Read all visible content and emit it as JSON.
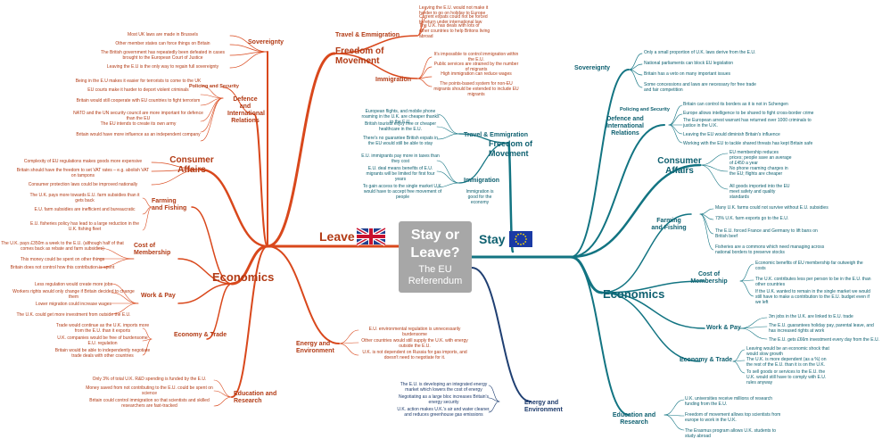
{
  "center": {
    "title": "Stay or Leave?",
    "subtitle": "The EU Referendum"
  },
  "leave": {
    "label": "Leave",
    "travel": {
      "label": "Travel & Emmigration",
      "leaves": [
        "Leaving the E.U. would not make it harder to go on holiday to Europe",
        "Current expats could not be forced to return under international law",
        "The U.K. has deals with lots of other countries to help Britons living abroad"
      ]
    },
    "fom": {
      "label": "Freedom of Movement"
    },
    "immigration": {
      "label": "Immigration",
      "leaves": [
        "It's impossible to control immigration within the E.U.",
        "Public services are strained by the number of migrants",
        "High immigration can reduce wages",
        "The points-based system for non-EU migrants should be extended to include EU migrants"
      ]
    },
    "sovereignty": {
      "label": "Sovereignty",
      "leaves": [
        "Most UK laws are made in Brussels",
        "Other member states can force things on Britain",
        "The British government has repeatedly been defeated in cases brought to the European Court of Justice",
        "Leaving the E.U is the only way to regain full sovereignty"
      ]
    },
    "defence": {
      "label": "Defence and International Relations",
      "police": "Policing and Security",
      "leaves": [
        "Being in the E.U makes it easier for terrorists to come to the UK",
        "EU courts make it harder to deport violent criminals",
        "Britain would still cooperate with EU countries to fight terrorism",
        "NATO and the UN security council are more important for defence than the EU",
        "The EU intends to create its own army",
        "Britain would have more influence as an independent company"
      ]
    },
    "consumer": {
      "label": "Consumer Affairs",
      "leaves": [
        "Complexity of EU regulations makes goods more expensive",
        "Britain should have the freedom to set VAT rates – e.g. abolish VAT on tampons",
        "Consumer protection laws could be improved nationally"
      ]
    },
    "economics": {
      "label": "Economics",
      "farming": {
        "label": "Farming and Fishing",
        "leaves": [
          "The U.K. pays more towards E.U. farm subsidies than it gets back",
          "E.U. farm subsidies are inefficient and bureaucratic",
          "E.U. fisheries policy has lead to a large reduction in the U.K. fishing fleet"
        ]
      },
      "membership": {
        "label": "Cost of Membership",
        "leaves": [
          "The U.K. pays £350m a week to the E.U. (although half of that comes back as rebate and farm subsidies)",
          "This money could be spent on other things",
          "Britain does not control how this contribution is spent"
        ]
      },
      "work": {
        "label": "Work & Pay",
        "leaves": [
          "Less regulation would create more jobs",
          "Workers rights would only change if Britain decided to change them",
          "Lower migration could increase wages",
          "The U.K. could get more investment from outside the E.U."
        ]
      },
      "trade": {
        "label": "Economy & Trade",
        "leaves": [
          "Trade would continue as the U.K. imports more from the E.U. than it exports",
          "U.K. companies would be free of burdensome E.U. regulation",
          "Britain would be able to independently negotiate trade deals with other countries"
        ]
      }
    },
    "energy": {
      "label": "Energy and Environment",
      "leaves": [
        "E.U. environmental regulation is unnecessarily burdensome",
        "Other countries would still supply the U.K. with energy outside the E.U.",
        "U.K. is not dependent on Russia for gas imports, and doesn't need to negotiate for it."
      ]
    },
    "education": {
      "label": "Education and Research",
      "leaves": [
        "Only 3% of total U.K. R&D spending is funded by the E.U.",
        "Money saved from not contributing to the E.U. could be spent on science",
        "Britain could control immigration so that scientists and skilled researchers are fast-tracked"
      ]
    }
  },
  "stay": {
    "label": "Stay",
    "sovereignty": {
      "label": "Sovereignty",
      "leaves": [
        "Only a small proportion of U.K. laws derive from the E.U.",
        "National parliaments can block EU legislation",
        "Britain has a veto on many important issues",
        "Some concessions and laws are necessary for free trade and fair competition"
      ]
    },
    "defence": {
      "label": "Defence and International Relations",
      "police": "Policing and Security",
      "leaves": [
        "Britain can control its borders as it is not in Schengen",
        "Europe allows intelligence to be shared to fight cross-border crime",
        "The European arrest warrant has returned over 1000 criminals to justice in the U.K.",
        "Leaving the EU would diminish Britain's influence",
        "Working with the EU to tackle shared threats has kept Britain safe"
      ]
    },
    "consumer": {
      "label": "Consumer Affairs",
      "leaves": [
        "EU membership reduces prices; people save an average of £450 a year",
        "No phone roaming charges in the EU; flights are cheaper",
        "All goods imported into the EU meet safety and quality standards"
      ]
    },
    "travel": {
      "label": "Travel & Emmigration",
      "leaves": [
        "European flights, and mobile phone roaming in the U.K. are cheaper thanks to the E.U.",
        "British tourists enjoy free or cheaper healthcare in the E.U.",
        "There's no guarantee British expats in the EU would still be able to stay"
      ]
    },
    "fom": {
      "label": "Freedom of Movement"
    },
    "immigration": {
      "label": "Immigration",
      "leaves": [
        "E.U. immigrants pay more in taxes than they cost",
        "E.U. deal means benefits of E.U. migrants will be limited for first four years",
        "To gain access to the single market U.K. would have to accept free movement of people",
        "Immigration is good for the economy"
      ]
    },
    "economics": {
      "label": "Economics",
      "farming": {
        "label": "Farming and Fishing",
        "leaves": [
          "Many U.K. farms could not survive without E.U. subsidies",
          "73% U.K. farm exports go to the E.U.",
          "The E.U. forced France and Germany to lift bans on British beef",
          "Fisheries are a commons which need managing across national borders to preserve stocks"
        ]
      },
      "membership": {
        "label": "Cost of Membership",
        "leaves": [
          "Economic benefits of EU membership far outweigh the costs",
          "The U.K. contributes less per person to be in the E.U. than other countries",
          "If the U.K. wanted to remain in the single market we would still have to make a contribution to the E.U. budget even if we left"
        ]
      },
      "work": {
        "label": "Work & Pay",
        "leaves": [
          "3m jobs in the U.K. are linked to E.U. trade",
          "The E.U. guarantees holiday pay, parental leave, and has increased rights at work",
          "The E.U. gets £66m investment every day from the E.U."
        ]
      },
      "trade": {
        "label": "Economy & Trade",
        "leaves": [
          "Leaving would be an economic shock that would slow growth",
          "The U.K. is more dependent (as a %) on the rest of the E.U. than it is on the U.K.",
          "To sell goods or services to the E.U. the U.K. would still have to comply with E.U. rules anyway"
        ]
      }
    },
    "energy": {
      "label": "Energy and Environment",
      "leaves": [
        "The E.U. is developing an integrated energy market which lowers the cost of energy",
        "Negotiating as a large bloc increases Britain's energy security",
        "U.K. action makes U.K.'s air and water cleaner, and reduces greenhouse gas emissions"
      ]
    },
    "education": {
      "label": "Education and Research",
      "leaves": [
        "U.K. universities receive millions of research funding from the E.U.",
        "Freedom of movement allows top scientists from europe to work in the U.K.",
        "The Erasmus program allows U.K. students to study abroad"
      ]
    }
  },
  "colors": {
    "leave": "#d9481c",
    "leave_text": "#b23a14",
    "stay": "#127482",
    "stay_text": "#0e6070",
    "energy": "#1f3f72",
    "center": "#a7a7a7"
  }
}
